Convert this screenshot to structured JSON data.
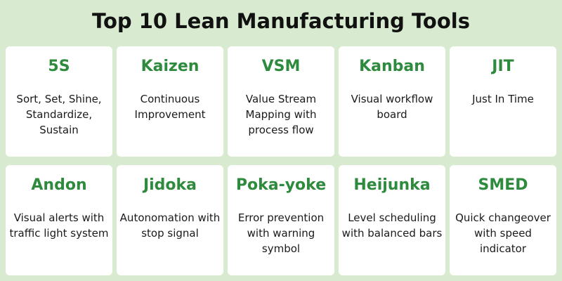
{
  "title": "Top 10 Lean Manufacturing Tools",
  "tools": [
    {
      "name": "5S",
      "description": "Sort, Set, Shine, Standardize, Sustain"
    },
    {
      "name": "Kaizen",
      "description": "Continuous Improvement"
    },
    {
      "name": "VSM",
      "description": "Value Stream Mapping with process flow"
    },
    {
      "name": "Kanban",
      "description": "Visual workflow board"
    },
    {
      "name": "JIT",
      "description": "Just In Time"
    },
    {
      "name": "Andon",
      "description": "Visual alerts with traffic light system"
    },
    {
      "name": "Jidoka",
      "description": "Autonomation with stop signal"
    },
    {
      "name": "Poka-yoke",
      "description": "Error prevention with warning symbol"
    },
    {
      "name": "Heijunka",
      "description": "Level scheduling with balanced bars"
    },
    {
      "name": "SMED",
      "description": "Quick changeover with speed indicator"
    }
  ],
  "colors": {
    "background": "#d8ebd0",
    "card": "#ffffff",
    "accent": "#2e8b3d",
    "text": "#1a1a1a"
  }
}
